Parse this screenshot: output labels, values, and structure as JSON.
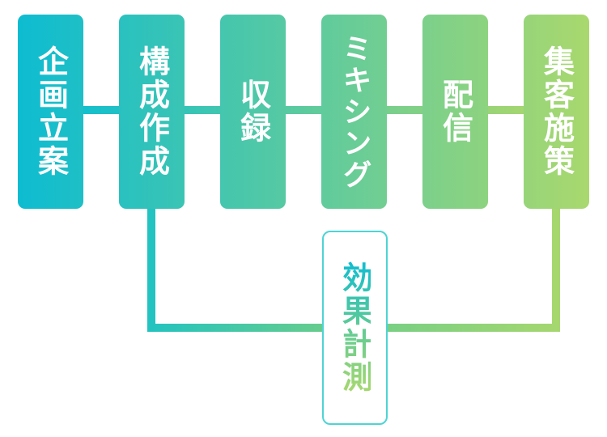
{
  "diagram": {
    "steps": [
      {
        "label": "企画立案"
      },
      {
        "label": "構成作成"
      },
      {
        "label": "収録"
      },
      {
        "label": "ミキシング"
      },
      {
        "label": "配信"
      },
      {
        "label": "集客施策"
      }
    ],
    "feedback": {
      "label": "効果計測",
      "from_step": "構成作成",
      "to_step": "集客施策"
    },
    "colors": {
      "gradient_start": "#0dbcd1",
      "gradient_end": "#a9d86e",
      "step_text": "#ffffff",
      "feedback_border": "#4dd4d4",
      "background": "#ffffff"
    }
  }
}
